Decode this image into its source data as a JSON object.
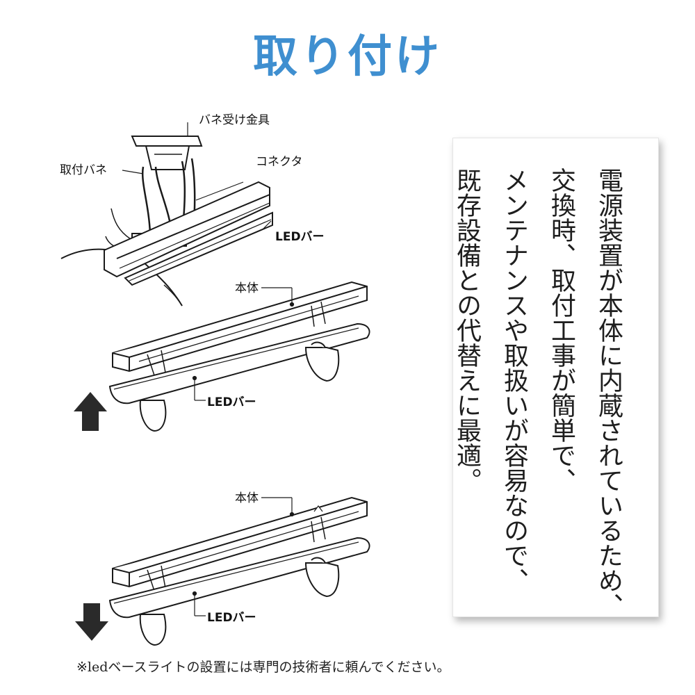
{
  "title": "取り付け",
  "diagram": {
    "labels": {
      "spring_bracket": "バネ受け金具",
      "mounting_spring": "取付バネ",
      "connector": "コネクタ",
      "led_bar_top": "LEDバー",
      "body_1": "本体",
      "led_bar_1": "LEDバー",
      "body_2": "本体",
      "led_bar_2": "LEDバー"
    }
  },
  "card": {
    "text": "電源装置が本体に内蔵されているため、\n交換時、取付工事が簡単で、\nメンテナンスや取扱いが容易なので、\n既存設備との代替えに最適。"
  },
  "footnote": "※ledベースライトの設置には専門の技術者に頼んでください。",
  "colors": {
    "title": "#3f8fd0",
    "arrow": "#2a2a2a"
  },
  "icons": {
    "up": "arrow-up-icon",
    "down": "arrow-down-icon"
  }
}
